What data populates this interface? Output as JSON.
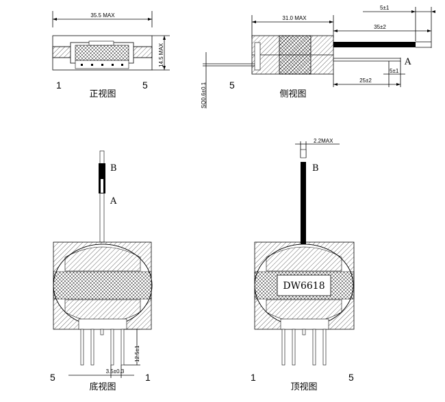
{
  "front_view": {
    "caption": "正视图",
    "width_dim": "35.5 MAX",
    "height_dim": "14.5 MAX",
    "pin_left": "1",
    "pin_right": "5"
  },
  "side_view": {
    "caption": "侧视图",
    "length_dim": "31.0 MAX",
    "lead_dim_top": "5±1",
    "lead_dim_long": "35±2",
    "lead_dim_short": "5±1",
    "lead_dim_mid": "25±2",
    "pin_dia": "SQ0.6±0.1",
    "lead_label": "A",
    "pin_label": "5"
  },
  "bottom_view": {
    "caption": "底视图",
    "lead_b": "B",
    "lead_a": "A",
    "pin_len": "12.5±1",
    "pitch": "3.5±0.3",
    "pin_left": "5",
    "pin_right": "1"
  },
  "top_view": {
    "caption": "顶视图",
    "lead_b": "B",
    "lead_dim": "2.2MAX",
    "part_number": "DW6618",
    "pin_left": "1",
    "pin_right": "5"
  }
}
